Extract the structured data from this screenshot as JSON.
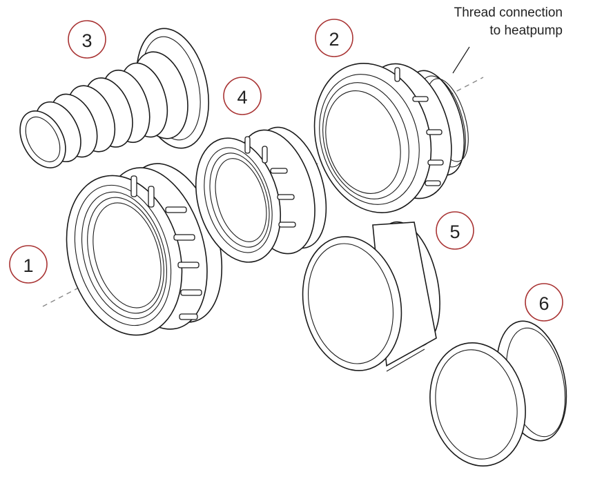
{
  "callout": {
    "line1": "Thread connection",
    "line2": "to heatpump"
  },
  "badges": [
    "1",
    "2",
    "3",
    "4",
    "5",
    "6"
  ],
  "colors": {
    "badge_ring": "#a83232",
    "line": "#1a1a1a",
    "axis": "#888888"
  }
}
